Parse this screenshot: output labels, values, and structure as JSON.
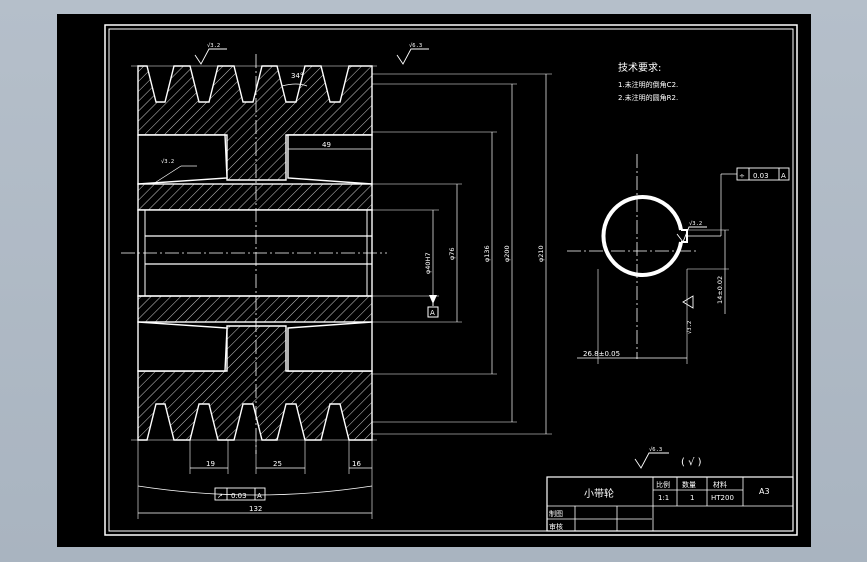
{
  "drawing": {
    "tech_title": "技术要求:",
    "tech_notes": [
      "1.未注明的倒角C2.",
      "2.未注明的圆角R2."
    ],
    "roughness": {
      "rim": "√3.2",
      "outer": "√6.3",
      "groove": "√3.2",
      "bore": "√3.2",
      "general": "√6.3",
      "general_suffix": "( √ )"
    },
    "angle": "34°",
    "dimensions": {
      "inner_width": "49",
      "d_bore": "φ40H7",
      "d_hub": "φ76",
      "d_web": "φ136",
      "d_rim": "φ200",
      "d_outer": "φ210",
      "pitch1": "19",
      "pitch2": "25",
      "pitch3": "16",
      "total_width": "132",
      "keyway_depth": "26.8±0.05",
      "key_width": "14±0.02"
    },
    "datum": "A",
    "runout": {
      "symbol": "↗",
      "value": "0.03",
      "datum": "A"
    },
    "symmetry": {
      "symbol": "÷",
      "value": "0.03",
      "datum": "A"
    }
  },
  "title_block": {
    "part_name": "小带轮",
    "h_scale": "比例",
    "h_qty": "数量",
    "h_material": "材料",
    "scale": "1:1",
    "qty": "1",
    "material": "HT200",
    "sheet_size": "A3",
    "drawn": "制图",
    "checked": "审核"
  }
}
